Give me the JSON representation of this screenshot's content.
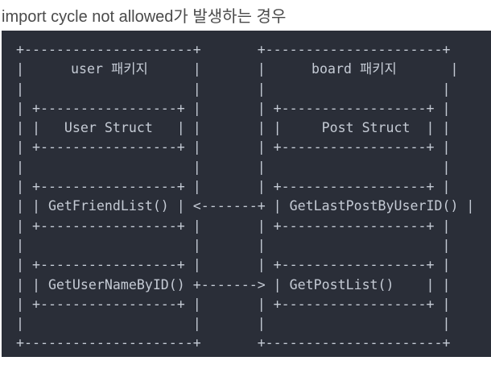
{
  "title": "import cycle not allowed가 발생하는 경우",
  "colors": {
    "page_background": "#ffffff",
    "panel_background": "#2a2e38",
    "diagram_text": "#c5cbd5",
    "title_text": "#4a4a4a"
  },
  "diagram": {
    "user_package_label": "user 패키지",
    "board_package_label": "board 패키지",
    "packages": [
      {
        "name": "user 패키지",
        "members": [
          "User Struct",
          "GetFriendList()",
          "GetUserNameByID()"
        ]
      },
      {
        "name": "board 패키지",
        "members": [
          "Post Struct",
          "GetLastPostByUserID()",
          "GetPostList()"
        ]
      }
    ],
    "arrows": [
      {
        "from": "GetLastPostByUserID()",
        "to": "GetFriendList()",
        "direction": "right-to-left"
      },
      {
        "from": "GetUserNameByID()",
        "to": "GetPostList()",
        "direction": "left-to-right"
      }
    ],
    "ascii_lines": [
      "  +---------------------+       +----------------------+",
      "  |                     |       |                       |",
      "  |                     |       |                      |",
      "  | +-----------------+ |       | +------------------+ |",
      "  | |   User Struct   | |       | |     Post Struct  | |",
      "  | +-----------------+ |       | +------------------+ |",
      "  |                     |       |                      |",
      "  | +-----------------+ |       | +------------------+ |",
      "  | | GetFriendList() | <-------+ | GetLastPostByUserID() |",
      "  | +-----------------+ |       | +------------------+ |",
      "  |                     |       |                      |",
      "  | +-----------------+ |       | +------------------+ |",
      "  | | GetUserNameByID() +-------> | GetPostList()    | |",
      "  | +-----------------+ |       | +------------------+ |",
      "  |                     |       |                      |",
      "  +---------------------+       +----------------------+"
    ]
  }
}
